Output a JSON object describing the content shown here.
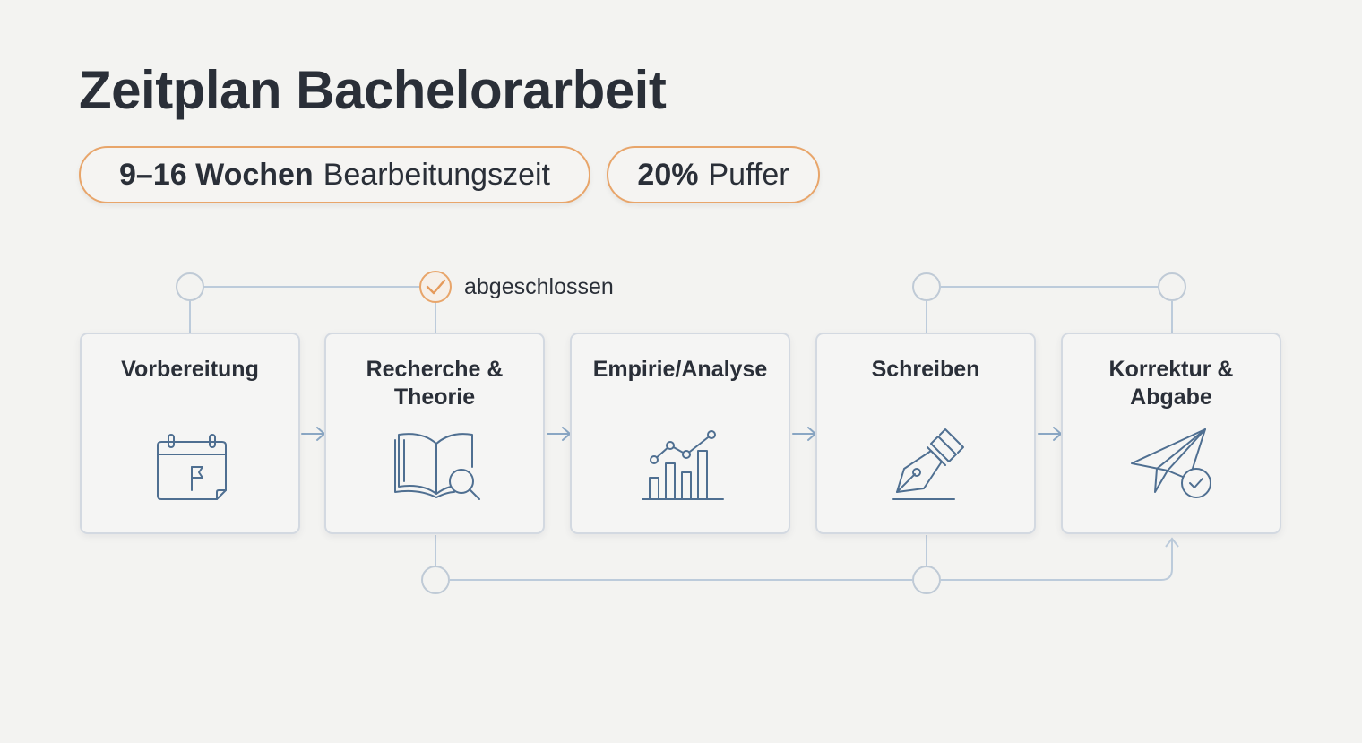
{
  "title": "Zeitplan Bachelorarbeit",
  "badges": {
    "duration_bold": "9–16 Wochen",
    "duration_rest": "Bearbeitungszeit",
    "buffer_bold": "20%",
    "buffer_rest": "Puffer"
  },
  "status_label": "abgeschlossen",
  "phases": [
    {
      "line1": "Vorbereitung",
      "line2": "",
      "icon": "calendar-flag-icon"
    },
    {
      "line1": "Recherche &",
      "line2": "Theorie",
      "icon": "book-magnifier-icon"
    },
    {
      "line1": "Empirie/Analyse",
      "line2": "",
      "icon": "bar-line-chart-icon"
    },
    {
      "line1": "Schreiben",
      "line2": "",
      "icon": "fountain-pen-icon"
    },
    {
      "line1": "Korrektur &",
      "line2": "Abgabe",
      "icon": "paper-plane-check-icon"
    }
  ],
  "colors": {
    "accent_orange": "#e8a56a",
    "line_blue": "#8aa7c4",
    "icon_blue": "#4f6f91",
    "card_border": "#d3d9e1",
    "text": "#2a2f38"
  }
}
